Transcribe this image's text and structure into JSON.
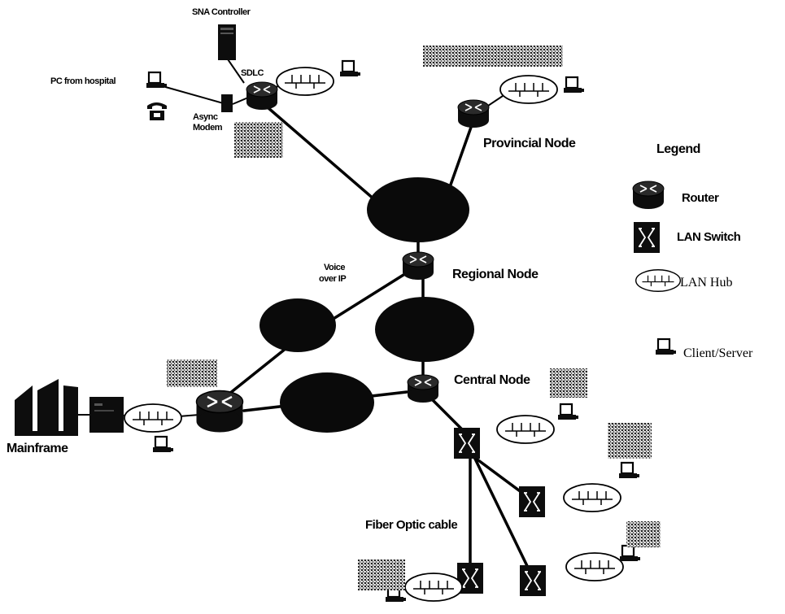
{
  "labels": {
    "sna_controller": "SNA Controller",
    "sdlc": "SDLC",
    "pc_from_hospital": "PC from hospital",
    "async_modem_1": "Async",
    "async_modem_2": "Modem",
    "provincial_node": "Provincial Node",
    "regional_node": "Regional Node",
    "voice_over_ip_1": "Voice",
    "voice_over_ip_2": "over IP",
    "central_node": "Central Node",
    "mainframe": "Mainframe",
    "fiber_optic_cable": "Fiber Optic cable"
  },
  "legend": {
    "title": "Legend",
    "router": "Router",
    "lan_switch": "LAN Switch",
    "lan_hub": "LAN Hub",
    "client_server": "Client/Server"
  }
}
